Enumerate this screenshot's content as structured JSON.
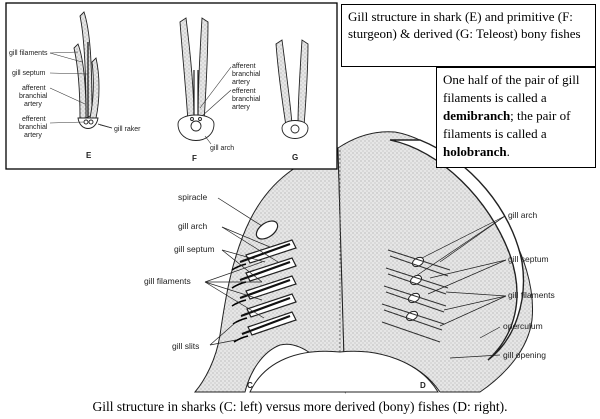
{
  "inset_diagram": {
    "labels": {
      "gill_filaments": "gill filaments",
      "gill_septum": "gill septum",
      "afferent_line1": "afferent",
      "afferent_line2": "branchial",
      "afferent_line3": "artery",
      "efferent_line1": "efferent",
      "efferent_line2": "branchial",
      "efferent_line3": "artery",
      "gill_raker": "gill raker",
      "f_afferent_line1": "afferent",
      "f_afferent_line2": "branchial",
      "f_afferent_line3": "artery",
      "f_efferent_line1": "efferent",
      "f_efferent_line2": "branchial",
      "f_efferent_line3": "artery",
      "gill_arch": "gill arch",
      "fig_e": "E",
      "fig_f": "F",
      "fig_g": "G"
    }
  },
  "callouts": {
    "top": "Gill structure in shark (E) and primitive (F: sturgeon) & derived (G: Teleost) bony fishes",
    "mid_part1": "One half of the pair of gill filaments is called a ",
    "mid_term1": "demibranch",
    "mid_part2": "; the pair of filaments is called a ",
    "mid_term2": "holobranch",
    "mid_part3": "."
  },
  "main_diagram": {
    "labels": {
      "spiracle": "spiracle",
      "gill_arch_left": "gill arch",
      "gill_septum_left": "gill septum",
      "gill_filaments_left": "gill filaments",
      "gill_slits": "gill slits",
      "gill_arch_right": "gill arch",
      "gill_septum_right": "gill septum",
      "gill_filaments_right": "gill filaments",
      "operculum": "operculum",
      "gill_opening": "gill opening",
      "fig_c": "C",
      "fig_d": "D"
    }
  },
  "caption": "Gill structure in sharks (C: left) versus more derived (bony) fishes (D: right)."
}
